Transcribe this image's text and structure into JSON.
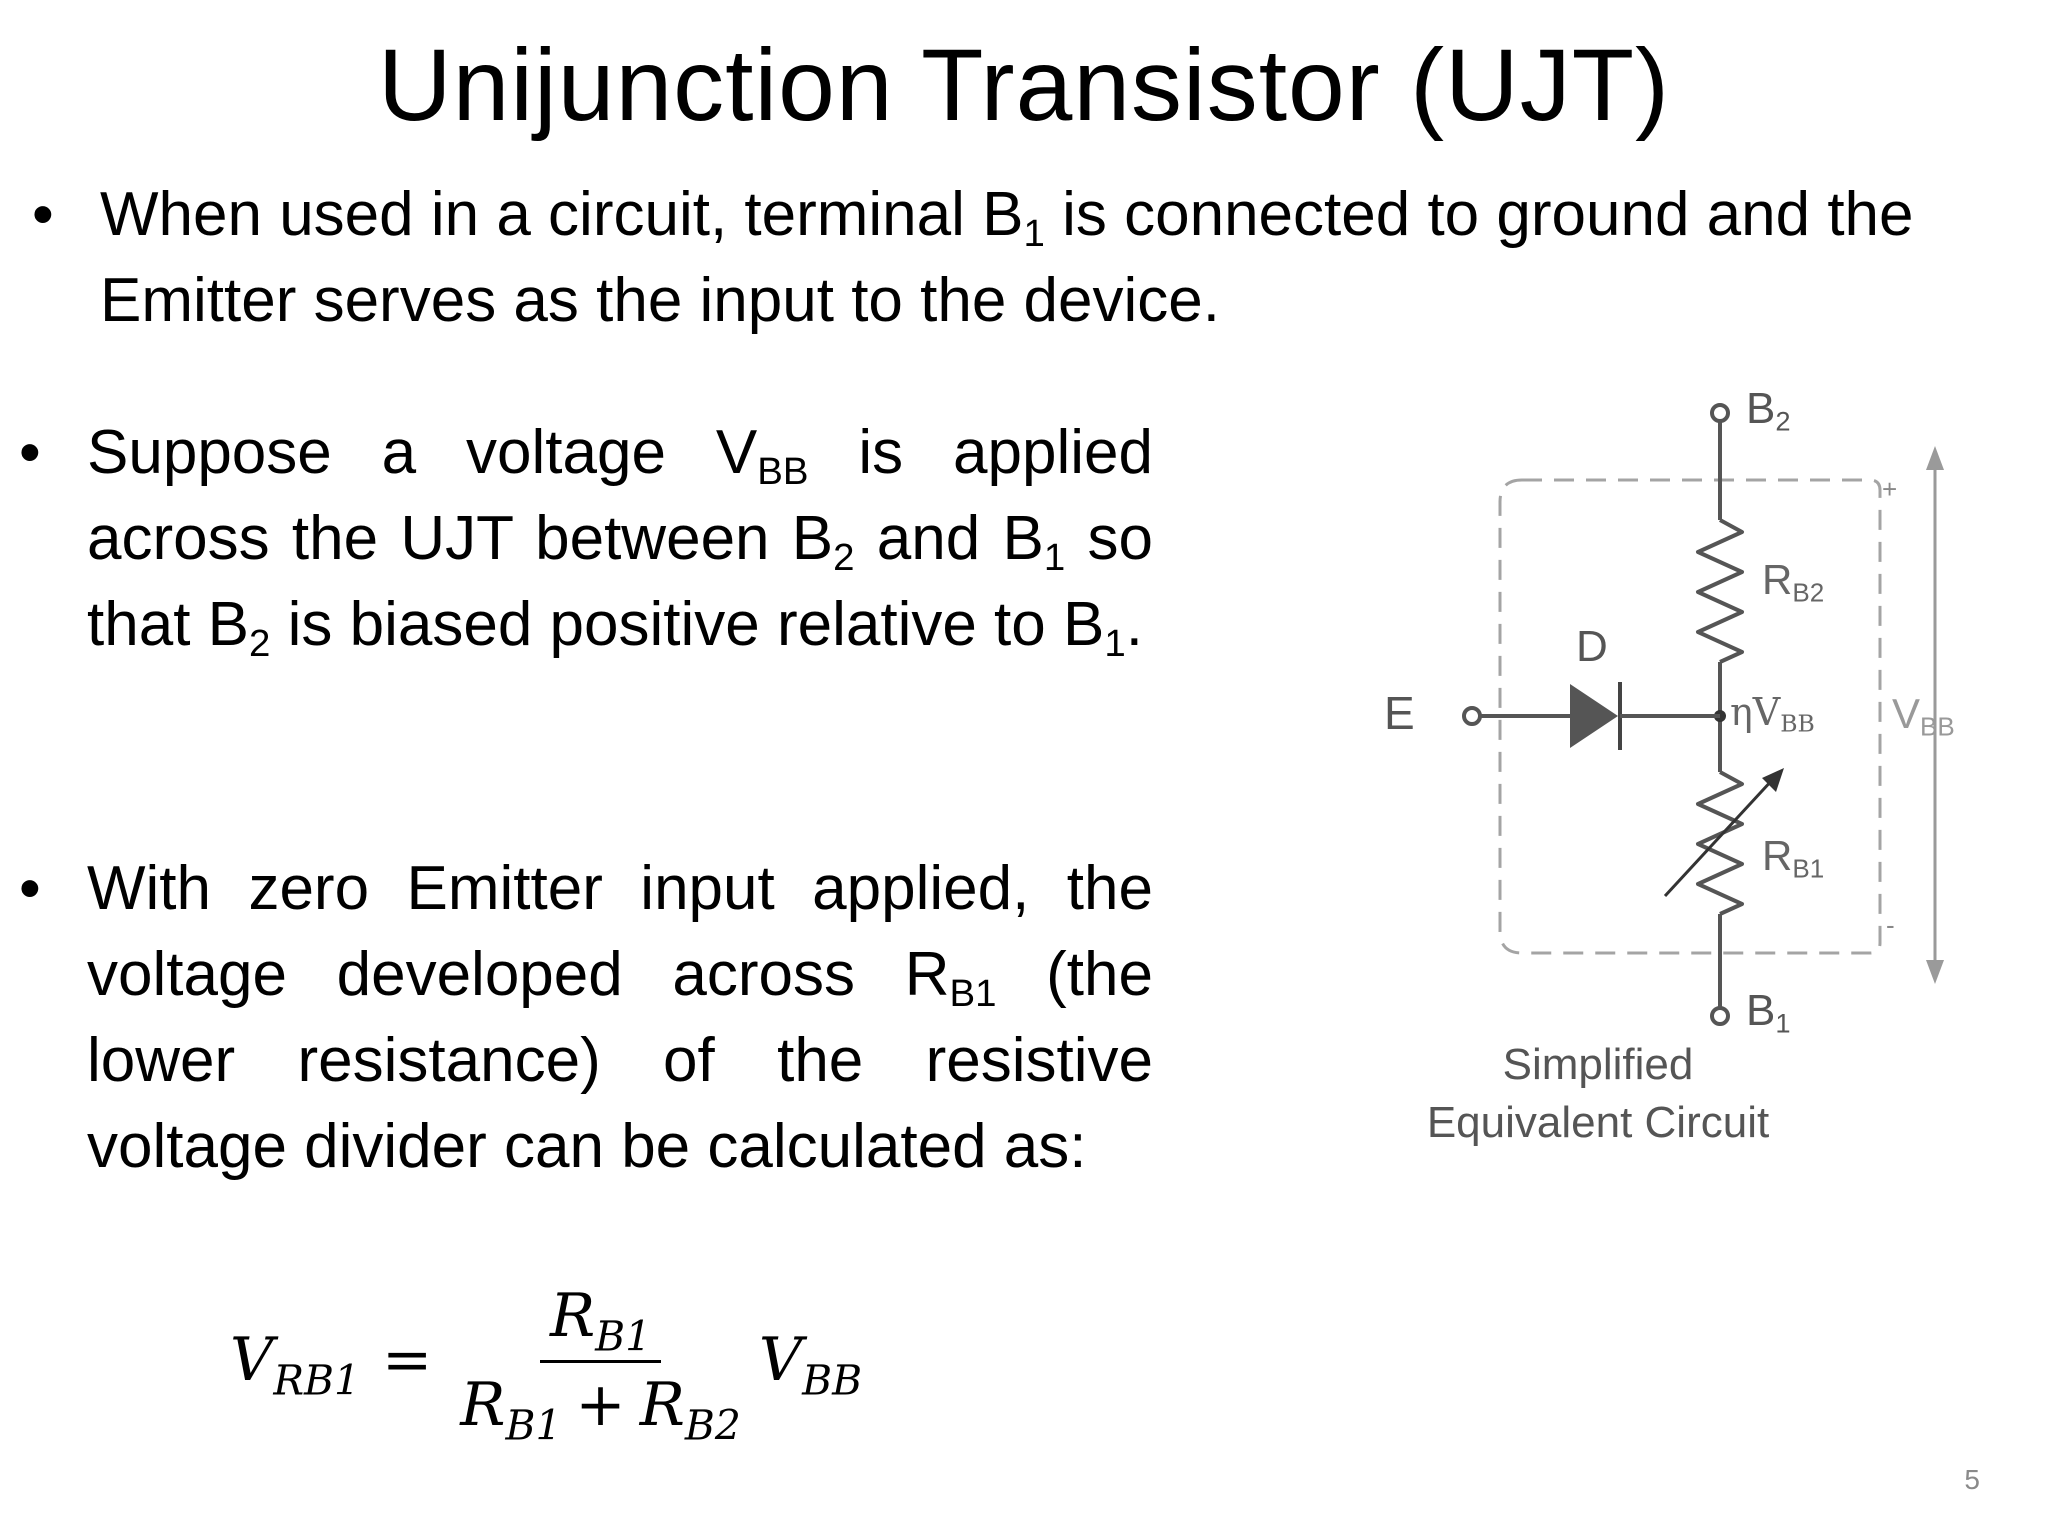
{
  "title": "Unijunction Transistor (UJT)",
  "bullet_symbol": "•",
  "bullets": [
    {
      "t1": "When used in a circuit, terminal B",
      "s1": "1",
      "t2": " is connected to ground and the Emitter serves as the input to the device."
    },
    {
      "t1": "Suppose a voltage V",
      "s1": "BB",
      "t2": " is applied across the UJT between B",
      "s2": "2",
      "t3": " and B",
      "s3": "1",
      "t4": " so that B",
      "s4": "2",
      "t5": " is biased positive relative to B",
      "s5": "1",
      "t6": "."
    },
    {
      "t1": "With zero Emitter input applied, the voltage developed across R",
      "s1": "B1",
      "t2": " (the lower resistance) of the resistive voltage divider can be calculated as:"
    }
  ],
  "formula": {
    "lhs": "V",
    "lhs_sub": "RB1",
    "equals": "=",
    "num": "R",
    "num_sub": "B1",
    "den1": "R",
    "den1_sub": "B1",
    "plus": "+",
    "den2": "R",
    "den2_sub": "B2",
    "rhs": "V",
    "rhs_sub": "BB"
  },
  "diagram": {
    "terminal_b2": "B",
    "terminal_b2_sub": "2",
    "terminal_b1": "B",
    "terminal_b1_sub": "1",
    "emitter": "E",
    "diode": "D",
    "rb2": "R",
    "rb2_sub": "B2",
    "rb1": "R",
    "rb1_sub": "B1",
    "eta_vbb": "ηV",
    "eta_vbb_sub": "BB",
    "vbb": "V",
    "vbb_sub": "BB",
    "plus_sign": "+",
    "minus_sign": "-",
    "caption_line1": "Simplified",
    "caption_line2": "Equivalent Circuit"
  },
  "page_number": "5"
}
